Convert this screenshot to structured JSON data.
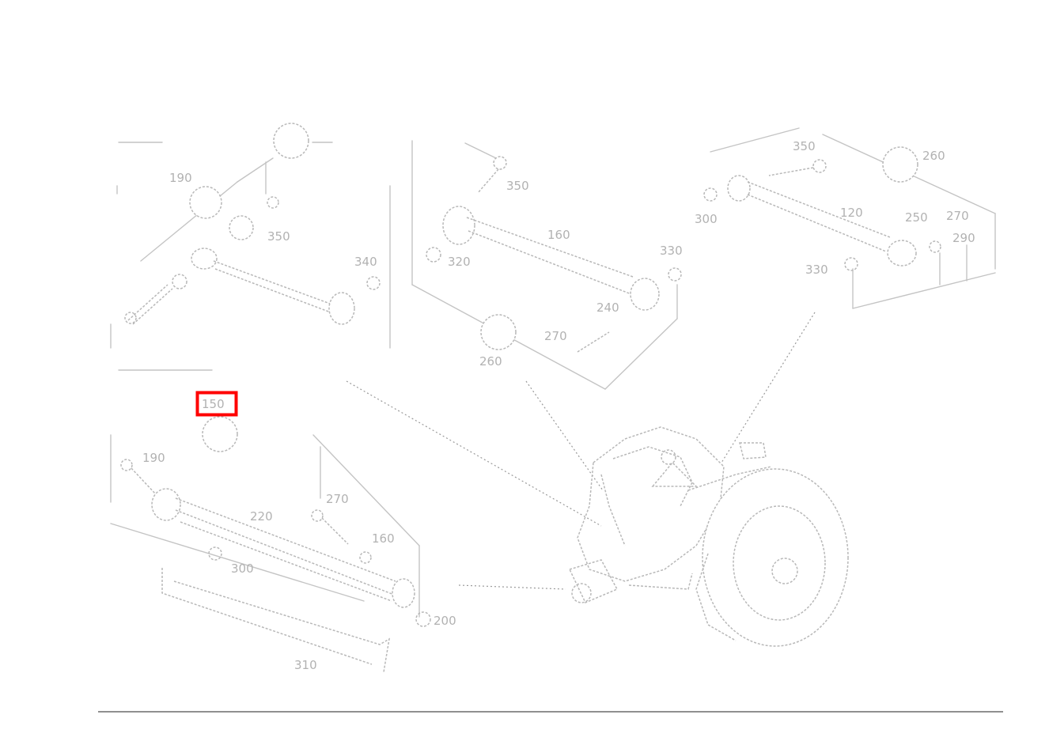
{
  "callouts": {
    "c1_190": "190",
    "c1_350": "350",
    "c1_340": "340",
    "c2_350": "350",
    "c2_160": "160",
    "c2_320": "320",
    "c2_330": "330",
    "c2_240": "240",
    "c2_270": "270",
    "c2_260": "260",
    "c3_350": "350",
    "c3_260": "260",
    "c3_300": "300",
    "c3_120": "120",
    "c3_250": "250",
    "c3_270": "270",
    "c3_290": "290",
    "c3_330": "330",
    "c4_150": "150",
    "c4_190": "190",
    "c4_270": "270",
    "c4_220": "220",
    "c4_160": "160",
    "c4_300": "300",
    "c4_200": "200",
    "c4_310": "310"
  },
  "highlight": {
    "callout": "150",
    "color": "#ff0000"
  },
  "colors": {
    "linework": "#c4c4c4",
    "labels": "#b2b2b2",
    "footer_rule": "#222222"
  }
}
